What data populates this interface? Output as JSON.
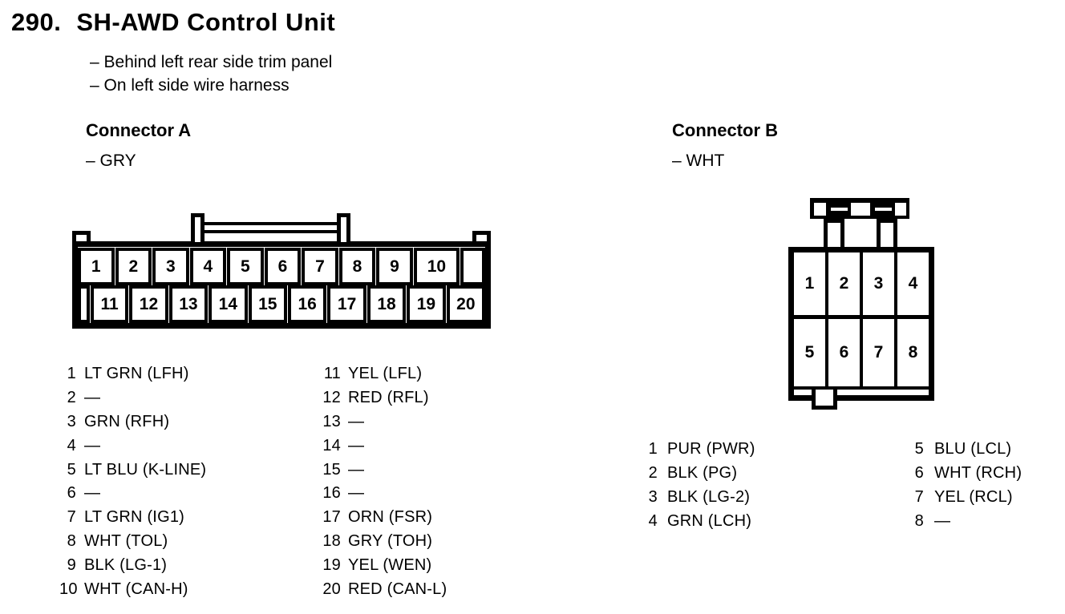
{
  "page": {
    "title_number": "290.",
    "title": "SH-AWD Control Unit",
    "location_notes": [
      "– Behind left rear side trim panel",
      "– On left side wire harness"
    ]
  },
  "colors": {
    "ink": "#000000",
    "paper": "#ffffff"
  },
  "connector_a": {
    "heading": "Connector A",
    "color_note": "– GRY",
    "row1_pins": [
      "1",
      "2",
      "3",
      "4",
      "5",
      "6",
      "7",
      "8",
      "9",
      "10"
    ],
    "row2_pins": [
      "11",
      "12",
      "13",
      "14",
      "15",
      "16",
      "17",
      "18",
      "19",
      "20"
    ],
    "pin_list_col1": [
      {
        "pin": "1",
        "wire": "LT GRN (LFH)"
      },
      {
        "pin": "2",
        "wire": "—"
      },
      {
        "pin": "3",
        "wire": "GRN (RFH)"
      },
      {
        "pin": "4",
        "wire": "—"
      },
      {
        "pin": "5",
        "wire": "LT BLU (K-LINE)"
      },
      {
        "pin": "6",
        "wire": "—"
      },
      {
        "pin": "7",
        "wire": "LT GRN (IG1)"
      },
      {
        "pin": "8",
        "wire": "WHT (TOL)"
      },
      {
        "pin": "9",
        "wire": "BLK (LG-1)"
      },
      {
        "pin": "10",
        "wire": "WHT (CAN-H)"
      }
    ],
    "pin_list_col2": [
      {
        "pin": "11",
        "wire": "YEL (LFL)"
      },
      {
        "pin": "12",
        "wire": "RED (RFL)"
      },
      {
        "pin": "13",
        "wire": "—"
      },
      {
        "pin": "14",
        "wire": "—"
      },
      {
        "pin": "15",
        "wire": "—"
      },
      {
        "pin": "16",
        "wire": "—"
      },
      {
        "pin": "17",
        "wire": "ORN (FSR)"
      },
      {
        "pin": "18",
        "wire": "GRY (TOH)"
      },
      {
        "pin": "19",
        "wire": "YEL (WEN)"
      },
      {
        "pin": "20",
        "wire": "RED (CAN-L)"
      }
    ]
  },
  "connector_b": {
    "heading": "Connector B",
    "color_note": "– WHT",
    "row1_pins": [
      "1",
      "2",
      "3",
      "4"
    ],
    "row2_pins": [
      "5",
      "6",
      "7",
      "8"
    ],
    "pin_list_col1": [
      {
        "pin": "1",
        "wire": "PUR (PWR)"
      },
      {
        "pin": "2",
        "wire": "BLK (PG)"
      },
      {
        "pin": "3",
        "wire": "BLK (LG-2)"
      },
      {
        "pin": "4",
        "wire": "GRN (LCH)"
      }
    ],
    "pin_list_col2": [
      {
        "pin": "5",
        "wire": "BLU (LCL)"
      },
      {
        "pin": "6",
        "wire": "WHT (RCH)"
      },
      {
        "pin": "7",
        "wire": "YEL (RCL)"
      },
      {
        "pin": "8",
        "wire": "—"
      }
    ]
  }
}
